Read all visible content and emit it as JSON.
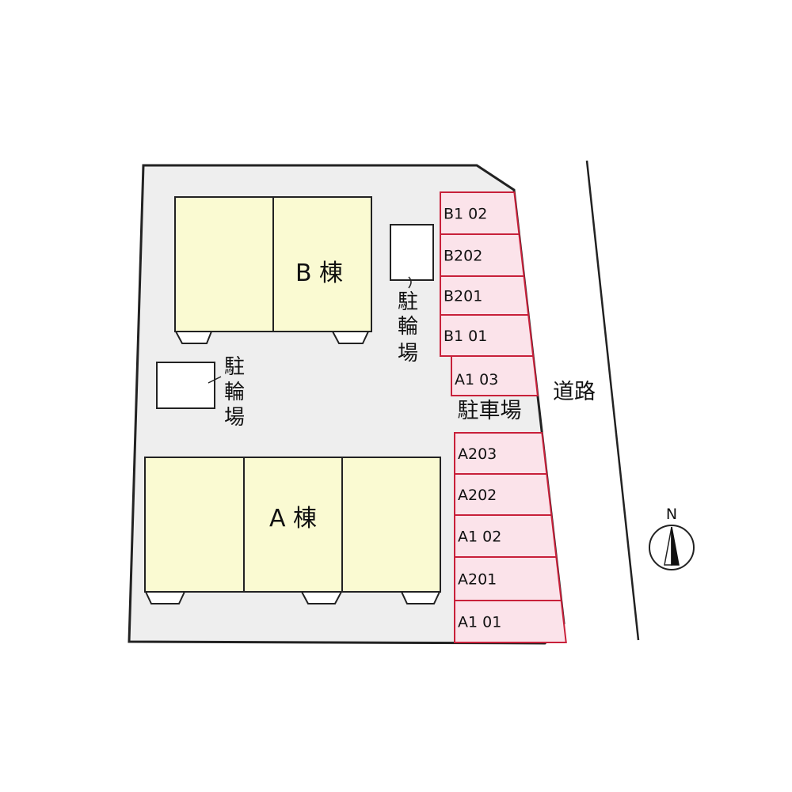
{
  "site": {
    "colors": {
      "lot": "#eeeeee",
      "building": "#fafad2",
      "parking_fill": "#fbe3ea",
      "parking_border": "#c8203a",
      "outline": "#222222"
    }
  },
  "buildings": {
    "b_label": "B 棟",
    "a_label": "A 棟"
  },
  "bike_parking": {
    "top_label": [
      "駐",
      "輪",
      "場"
    ],
    "left_label": [
      "駐",
      "輪",
      "場"
    ]
  },
  "parking": {
    "label": "駐車場",
    "upper_slots": [
      "B1 02",
      "B202",
      "B201",
      "B1 01",
      "A1 03"
    ],
    "lower_slots": [
      "A203",
      "A202",
      "A1 02",
      "A201",
      "A1 01"
    ]
  },
  "road": {
    "label": "道路"
  },
  "compass": {
    "label": "N",
    "icon": "north-arrow-icon"
  }
}
